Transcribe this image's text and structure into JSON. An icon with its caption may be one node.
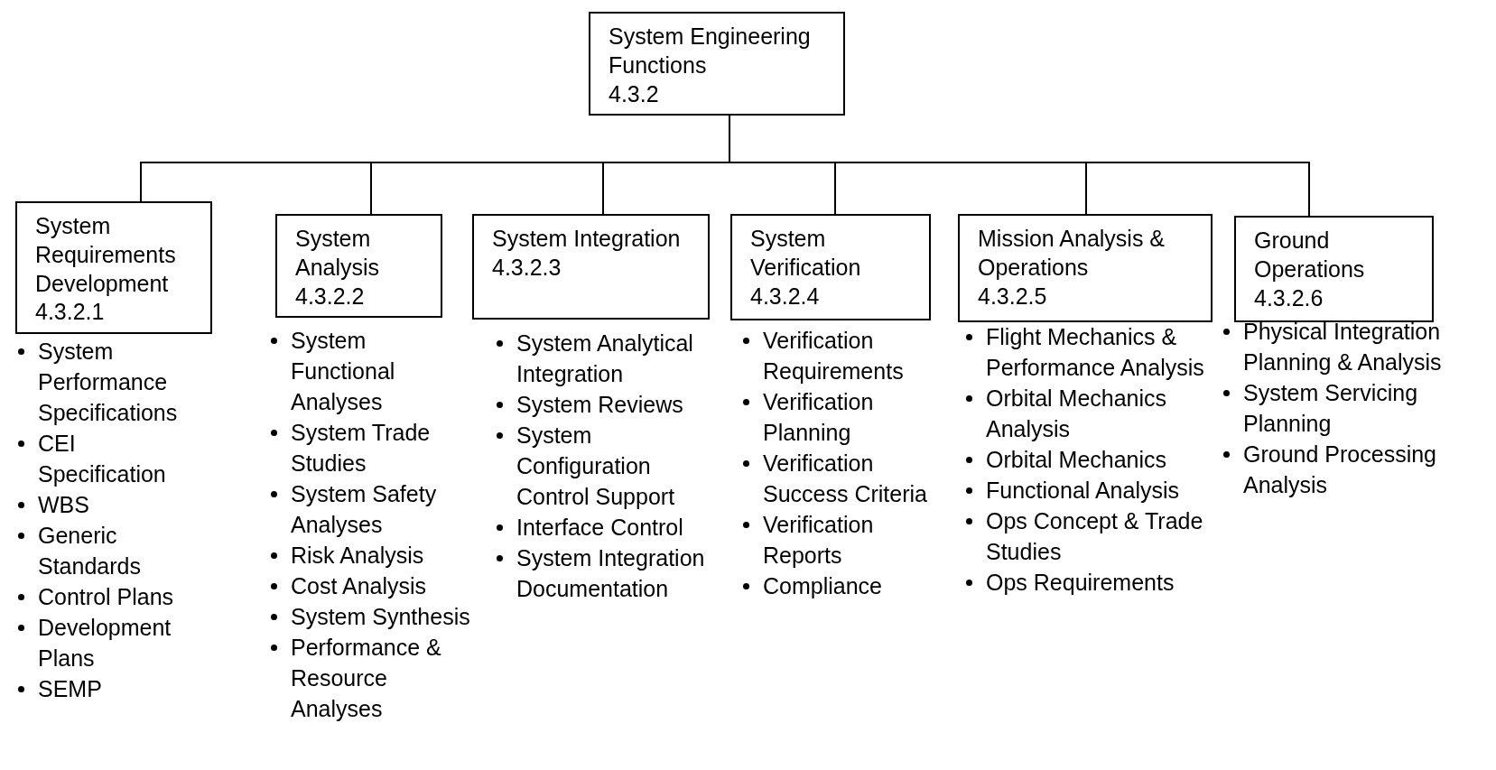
{
  "diagram": {
    "nodes": [
      {
        "text": [
          "System Engineering Functions",
          "4.3.2"
        ]
      },
      {
        "text": [
          "System Requirements Development",
          "4.3.2.1"
        ],
        "beside": [
          "System Performance Specifications",
          "CEI Specification",
          "WBS",
          "Generic Standards",
          "Control Plans",
          "Development Plans",
          "SEMP"
        ]
      },
      {
        "text": [
          "System Analysis",
          "4.3.2.2"
        ],
        "beside": [
          "System Functional Analyses",
          "System Trade Studies",
          "System Safety Analyses",
          "Risk Analysis",
          "Cost Analysis",
          "System Synthesis",
          "Performance & Resource Analyses"
        ]
      },
      {
        "text": [
          "System Integration",
          "4.3.2.3"
        ],
        "beside": [
          "System Analytical Integration",
          "System Reviews",
          "System Configuration Control Support",
          "Interface Control",
          "System Integration Documentation"
        ]
      },
      {
        "text": [
          "System Verification",
          "4.3.2.4"
        ],
        "beside": [
          "Verification Requirements",
          "Verification Planning",
          "Verification Success Criteria",
          "Verification Reports",
          "Compliance"
        ]
      },
      {
        "text": [
          "Mission Analysis & Operations",
          "4.3.2.5"
        ],
        "beside": [
          "Flight Mechanics & Performance Analysis",
          "Orbital Mechanics Analysis",
          "Orbital Mechanics",
          "Functional Analysis",
          "Ops Concept & Trade Studies",
          "Ops Requirements"
        ]
      },
      {
        "text": [
          "Ground Operations",
          "4.3.2.6"
        ],
        "beside": [
          "Physical Integration Planning & Analysis",
          "System Servicing Planning",
          "Ground Processing Analysis"
        ]
      }
    ],
    "edges": [
      {
        "from": 0,
        "to": 1,
        "arrow": "none"
      },
      {
        "from": 0,
        "to": 2,
        "arrow": "none"
      },
      {
        "from": 0,
        "to": 3,
        "arrow": "none"
      },
      {
        "from": 0,
        "to": 4,
        "arrow": "none"
      },
      {
        "from": 0,
        "to": 5,
        "arrow": "none"
      },
      {
        "from": 0,
        "to": 6,
        "arrow": "none"
      }
    ]
  }
}
